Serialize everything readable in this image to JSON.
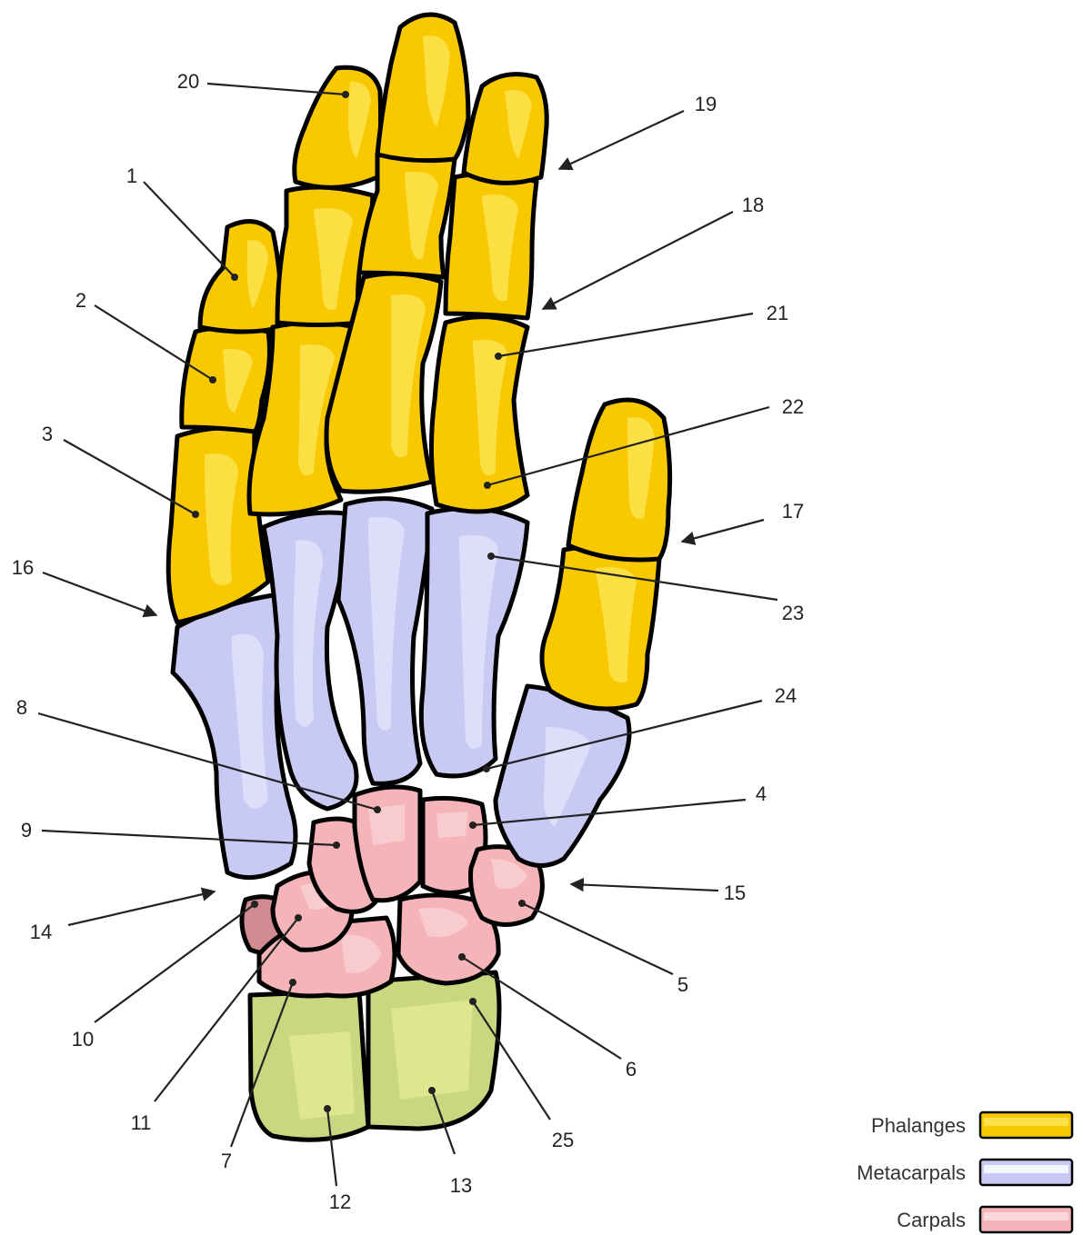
{
  "legend": [
    {
      "key": "phalanges",
      "label": "Phalanges",
      "color": "#f8c800",
      "shade": "#c89b00"
    },
    {
      "key": "metacarpals",
      "label": "Metacarpals",
      "color": "#c8caf4",
      "shade": "#9a9cc8"
    },
    {
      "key": "carpals",
      "label": "Carpals",
      "color": "#f4b4b8",
      "shade": "#d08a90"
    }
  ],
  "ulna_radius_color": "#c9d880",
  "labels": {
    "l1": "1",
    "l2": "2",
    "l3": "3",
    "l4": "4",
    "l5": "5",
    "l6": "6",
    "l7": "7",
    "l8": "8",
    "l9": "9",
    "l10": "10",
    "l11": "11",
    "l12": "12",
    "l13": "13",
    "l14": "14",
    "l15": "15",
    "l16": "16",
    "l17": "17",
    "l18": "18",
    "l19": "19",
    "l20": "20",
    "l21": "21",
    "l22": "22",
    "l23": "23",
    "l24": "24",
    "l25": "25"
  }
}
